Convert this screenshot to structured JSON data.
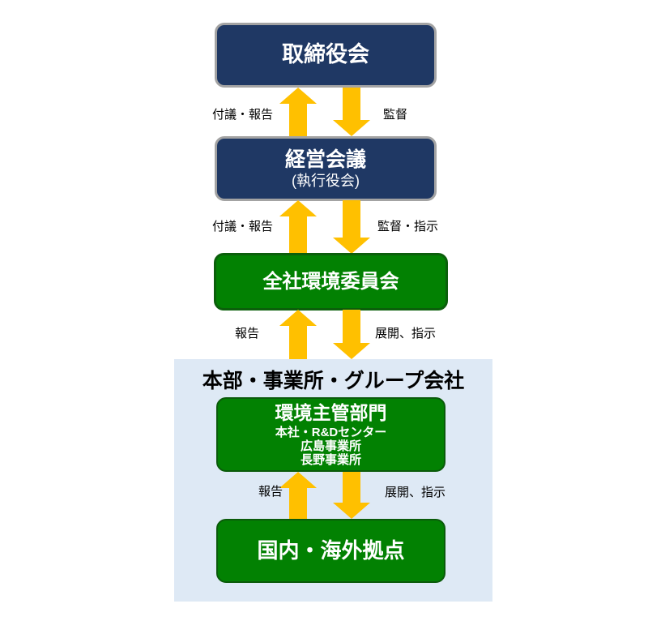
{
  "colors": {
    "navy_fill": "#1F3864",
    "navy_border": "#A3A3A3",
    "green_fill": "#028102",
    "green_border": "#0B5F0B",
    "arrow_yellow": "#FFC000",
    "panel_bg": "#DEE9F5",
    "box_text": "#FFFFFF",
    "label_text": "#000000"
  },
  "nodes": {
    "board": {
      "label": "取締役会"
    },
    "management": {
      "label": "経営会議",
      "sublabel": "(執行役会)"
    },
    "committee": {
      "label": "全社環境委員会"
    },
    "panel": {
      "title": "本部・事業所・グループ会社"
    },
    "env_dept": {
      "label": "環境主管部門",
      "lines": [
        "本社・R&Dセンター",
        "広島事業所",
        "長野事業所"
      ]
    },
    "sites": {
      "label": "国内・海外拠点"
    }
  },
  "links": [
    {
      "up": "付議・報告",
      "down": "監督"
    },
    {
      "up": "付議・報告",
      "down": "監督・指示"
    },
    {
      "up": "報告",
      "down": "展開、指示"
    },
    {
      "up": "報告",
      "down": "展開、指示"
    }
  ]
}
